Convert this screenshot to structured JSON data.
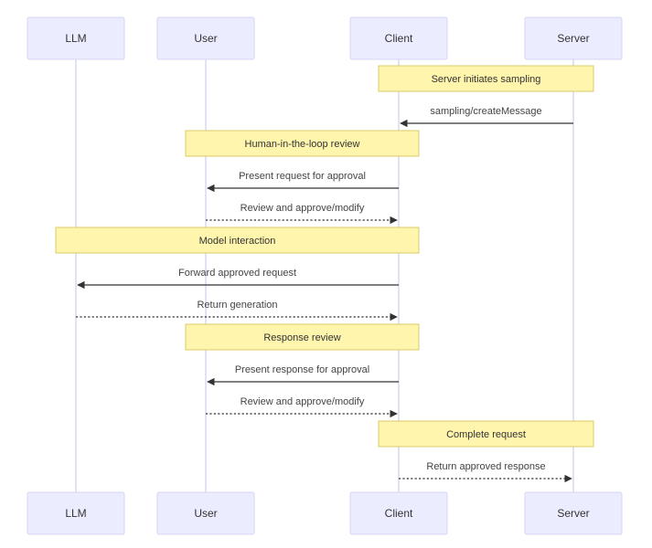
{
  "colors": {
    "actor_fill": "#ececff",
    "actor_stroke": "#d4d4f2",
    "lifeline": "#cfcff0",
    "note_fill": "#fff5ad",
    "note_stroke": "#d8cc6a",
    "message": "#333333"
  },
  "participants": [
    {
      "id": "llm",
      "label": "LLM"
    },
    {
      "id": "user",
      "label": "User"
    },
    {
      "id": "client",
      "label": "Client"
    },
    {
      "id": "server",
      "label": "Server"
    }
  ],
  "steps": [
    {
      "kind": "note",
      "over": [
        "client",
        "server"
      ],
      "text": "Server initiates sampling"
    },
    {
      "kind": "message",
      "from": "server",
      "to": "client",
      "style": "solid",
      "text": "sampling/createMessage"
    },
    {
      "kind": "note",
      "over": [
        "user",
        "client"
      ],
      "text": "Human-in-the-loop review"
    },
    {
      "kind": "message",
      "from": "client",
      "to": "user",
      "style": "solid",
      "text": "Present request for approval"
    },
    {
      "kind": "message",
      "from": "user",
      "to": "client",
      "style": "dotted",
      "text": "Review and approve/modify"
    },
    {
      "kind": "note",
      "over": [
        "llm",
        "client"
      ],
      "text": "Model interaction"
    },
    {
      "kind": "message",
      "from": "client",
      "to": "llm",
      "style": "solid",
      "text": "Forward approved request"
    },
    {
      "kind": "message",
      "from": "llm",
      "to": "client",
      "style": "dotted",
      "text": "Return generation"
    },
    {
      "kind": "note",
      "over": [
        "user",
        "client"
      ],
      "text": "Response review"
    },
    {
      "kind": "message",
      "from": "client",
      "to": "user",
      "style": "solid",
      "text": "Present response for approval"
    },
    {
      "kind": "message",
      "from": "user",
      "to": "client",
      "style": "dotted",
      "text": "Review and approve/modify"
    },
    {
      "kind": "note",
      "over": [
        "client",
        "server"
      ],
      "text": "Complete request"
    },
    {
      "kind": "message",
      "from": "client",
      "to": "server",
      "style": "dotted",
      "text": "Return approved response"
    }
  ]
}
